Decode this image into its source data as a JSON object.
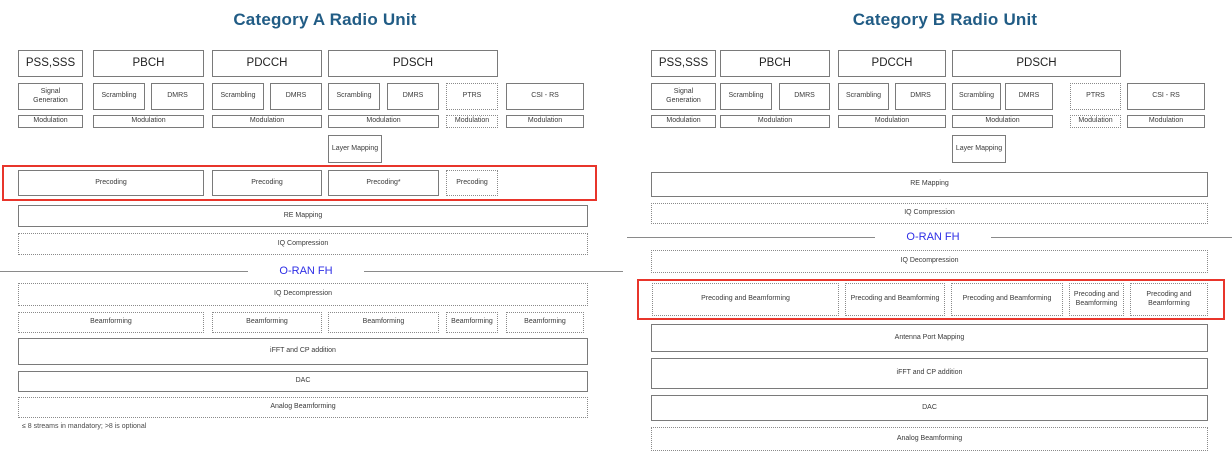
{
  "colors": {
    "title_blue": "#215C85",
    "fronthaul_blue": "#2E2EE6",
    "highlight_red": "#E8352B",
    "box_border": "#7a7a7a"
  },
  "labels": {
    "pss_sss": "PSS,SSS",
    "pbch": "PBCH",
    "pdcch": "PDCCH",
    "pdsch": "PDSCH",
    "signal_generation": "Signal Generation",
    "scrambling": "Scrambling",
    "dmrs": "DMRS",
    "ptrs": "PTRS",
    "csi_rs": "CSI - RS",
    "modulation": "Modulation",
    "layer_mapping": "Layer Mapping",
    "precoding": "Precoding",
    "precoding_star": "Precoding*",
    "re_mapping": "RE Mapping",
    "iq_compression": "IQ Compression",
    "oran_fh": "O-RAN FH",
    "iq_decompression": "IQ Decompression",
    "beamforming": "Beamforming",
    "precoding_and_beamforming": "Precoding and Beamforming",
    "antenna_port_mapping": "Antenna Port Mapping",
    "ifft_cp": "iFFT and CP addition",
    "dac": "DAC",
    "analog_beamforming": "Analog Beamforming"
  },
  "category_a": {
    "title": "Category A Radio Unit",
    "footnote": "≤ 8  streams in mandatory; >8 is optional"
  },
  "category_b": {
    "title": "Category B Radio Unit"
  }
}
